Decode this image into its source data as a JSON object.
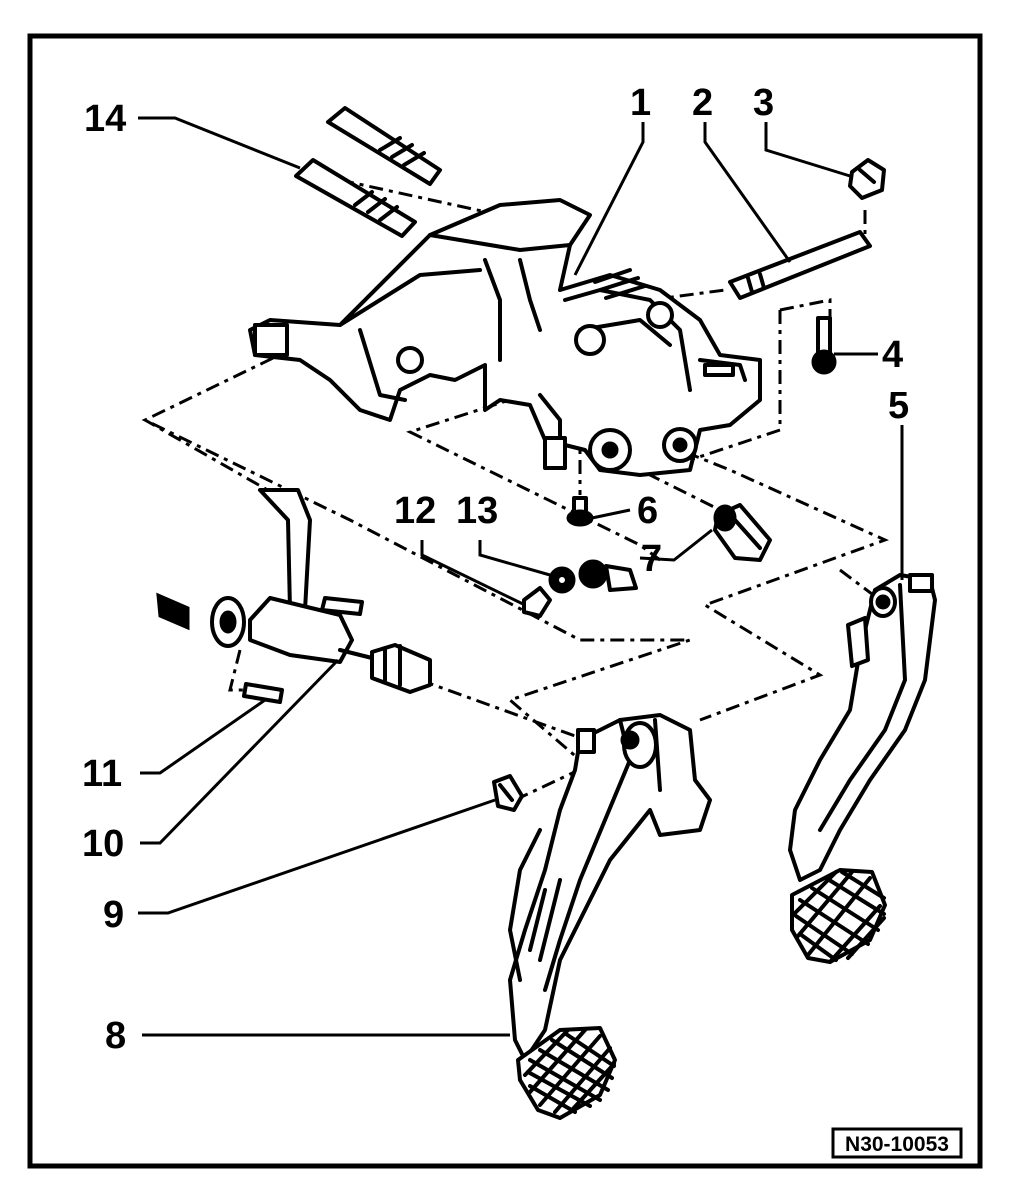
{
  "figure_id": "N30-10053",
  "colors": {
    "ink": "#000000",
    "paper": "#ffffff"
  },
  "callouts": [
    {
      "id": "1",
      "label": "1"
    },
    {
      "id": "2",
      "label": "2"
    },
    {
      "id": "3",
      "label": "3"
    },
    {
      "id": "4",
      "label": "4"
    },
    {
      "id": "5",
      "label": "5"
    },
    {
      "id": "6",
      "label": "6"
    },
    {
      "id": "7",
      "label": "7"
    },
    {
      "id": "8",
      "label": "8"
    },
    {
      "id": "9",
      "label": "9"
    },
    {
      "id": "10",
      "label": "10"
    },
    {
      "id": "11",
      "label": "11"
    },
    {
      "id": "12",
      "label": "12"
    },
    {
      "id": "13",
      "label": "13"
    },
    {
      "id": "14",
      "label": "14"
    }
  ]
}
